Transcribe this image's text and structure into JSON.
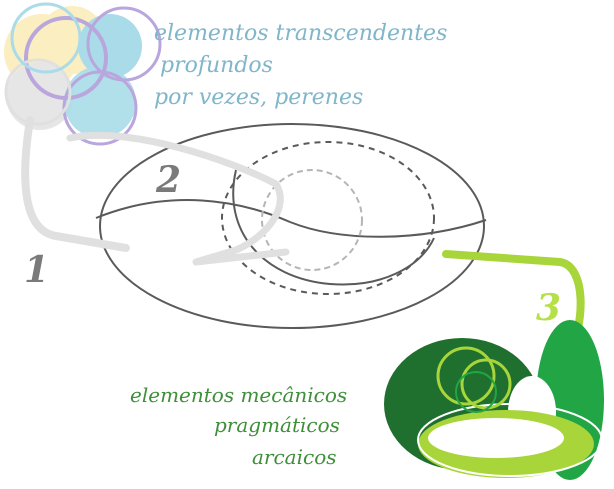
{
  "top_text": {
    "line1": "elementos transcendentes",
    "line2": "profundos",
    "line3": "por vezes, perenes"
  },
  "bottom_text": {
    "line1": "elementos mecânicos",
    "line2": "pragmáticos",
    "line3": "arcaicos"
  },
  "numbers": {
    "n1": "1",
    "n2": "2",
    "n3": "3"
  },
  "colors": {
    "gray_outline": "#5a5a5a",
    "light_gray_path": "#e0e0e0",
    "mid_gray_dashed": "#b5b5b5",
    "lime": "#a8d53a",
    "green_dark": "#1f6f2f",
    "green_mid": "#22a645",
    "top_text": "#7fb6c9",
    "bottom_text": "#3f8f3a",
    "purple": "#b9a6dd",
    "light_yellow": "#fbeec0",
    "light_blue": "#a9dbe8",
    "light_gray_fill": "#e6e6e6"
  }
}
